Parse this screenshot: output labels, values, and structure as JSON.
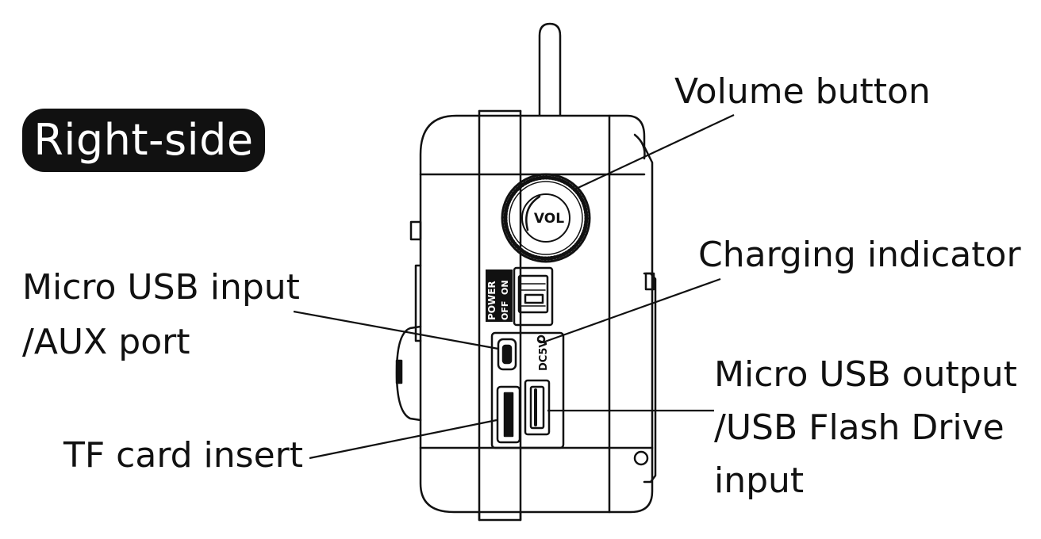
{
  "badge": {
    "text": "Right-side"
  },
  "device": {
    "knob_label": "VOL",
    "switch_title": "POWER",
    "switch_off": "OFF",
    "switch_on": "ON",
    "dc_label": "DC5V"
  },
  "callouts": {
    "volume": "Volume button",
    "charging": "Charging indicator",
    "micro_in_line1": "Micro USB input",
    "micro_in_line2": "/AUX port",
    "tf": "TF card insert",
    "usb_out_line1": "Micro USB output",
    "usb_out_line2": "/USB Flash Drive",
    "usb_out_line3": "input"
  },
  "colors": {
    "ink": "#111111",
    "paper": "#ffffff"
  }
}
